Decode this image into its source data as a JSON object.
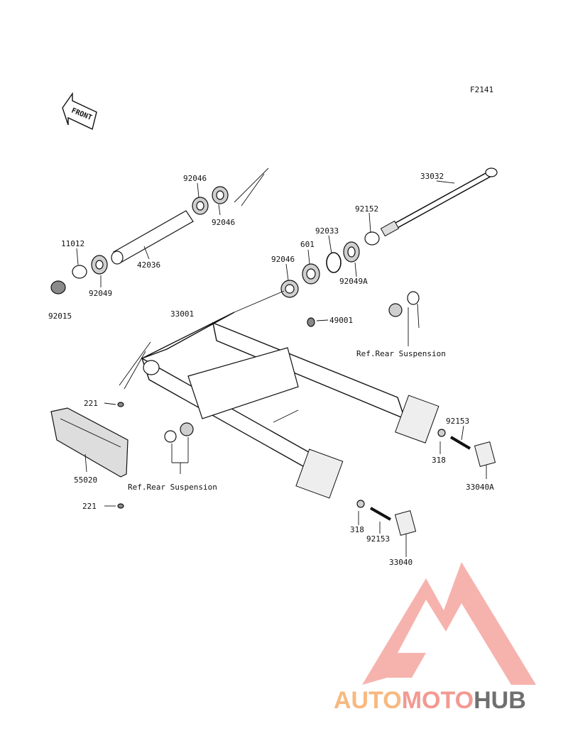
{
  "figure_code": "F2141",
  "front_label": "FRONT",
  "parts": [
    {
      "id": "label-92046-top",
      "text": "92046"
    },
    {
      "id": "label-92046-b",
      "text": "92046"
    },
    {
      "id": "label-33032",
      "text": "33032"
    },
    {
      "id": "label-92152",
      "text": "92152"
    },
    {
      "id": "label-92033",
      "text": "92033"
    },
    {
      "id": "label-11012",
      "text": "11012"
    },
    {
      "id": "label-601",
      "text": "601"
    },
    {
      "id": "label-92046-mid",
      "text": "92046"
    },
    {
      "id": "label-42036",
      "text": "42036"
    },
    {
      "id": "label-92049",
      "text": "92049"
    },
    {
      "id": "label-92049a",
      "text": "92049A"
    },
    {
      "id": "label-92015",
      "text": "92015"
    },
    {
      "id": "label-33001",
      "text": "33001"
    },
    {
      "id": "label-49001",
      "text": "49001"
    },
    {
      "id": "label-221-top",
      "text": "221"
    },
    {
      "id": "label-92153-right",
      "text": "92153"
    },
    {
      "id": "label-318-right",
      "text": "318"
    },
    {
      "id": "label-55020",
      "text": "55020"
    },
    {
      "id": "label-33040a",
      "text": "33040A"
    },
    {
      "id": "label-221-bottom",
      "text": "221"
    },
    {
      "id": "label-318-bottom",
      "text": "318"
    },
    {
      "id": "label-92153-bottom",
      "text": "92153"
    },
    {
      "id": "label-33040",
      "text": "33040"
    }
  ],
  "references": {
    "ref_upper": "Ref.Rear Suspension",
    "ref_lower": "Ref.Rear Suspension"
  },
  "watermark": {
    "part1": "AUTO",
    "part2": "MOTO",
    "part3": "HUB",
    "colors": {
      "auto": "#f7b980",
      "moto": "#f29a92",
      "hub": "#6f6f6f"
    }
  }
}
